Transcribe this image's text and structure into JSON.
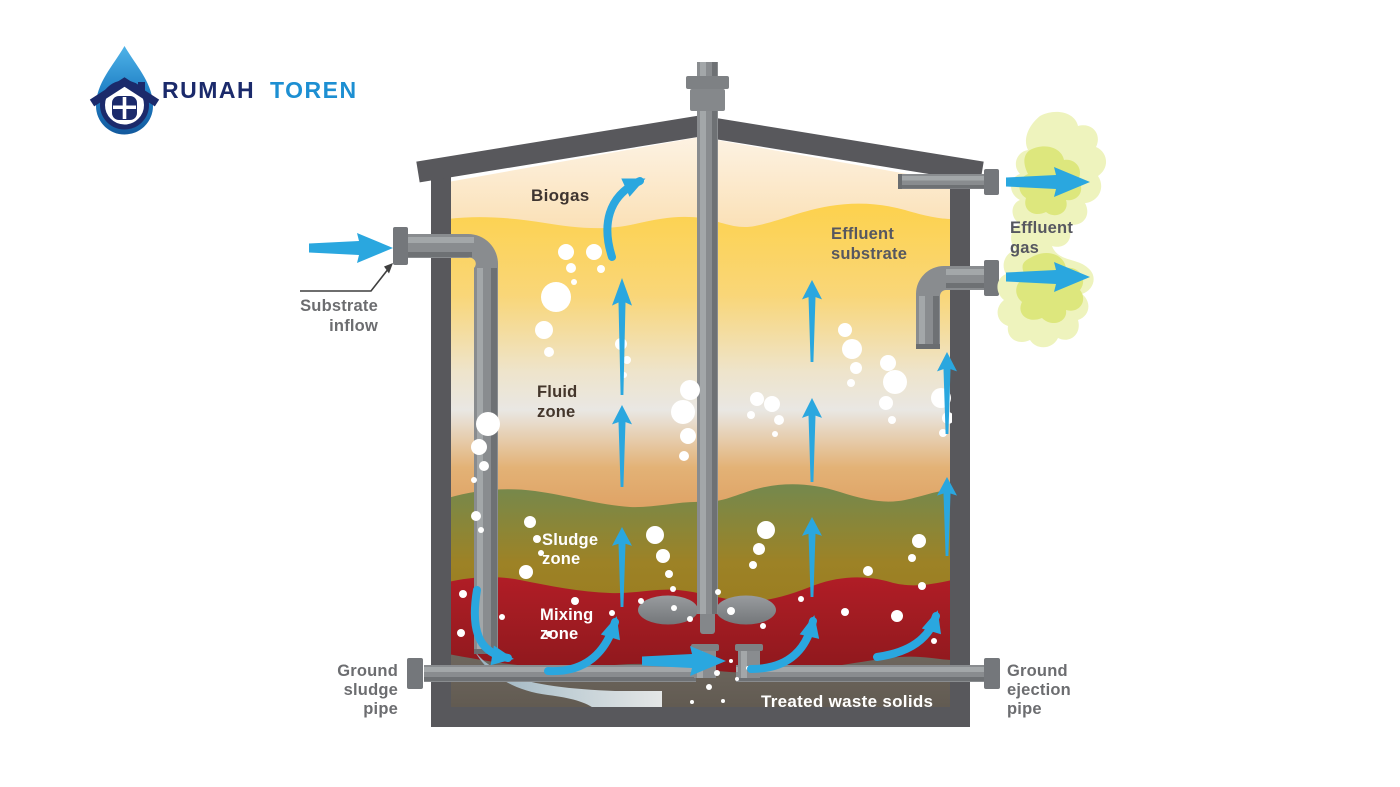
{
  "brand": {
    "name_primary": "RUMAH",
    "name_secondary": "TOREN"
  },
  "diagram": {
    "title_implicit": "Biogas digester tank cross-section",
    "labels": {
      "biogas": "Biogas",
      "effluent_substrate": [
        "Effluent",
        "substrate"
      ],
      "effluent_gas": [
        "Effluent",
        "gas"
      ],
      "substrate_inflow": [
        "Substrate",
        "inflow"
      ],
      "fluid_zone": [
        "Fluid",
        "zone"
      ],
      "sludge_zone": [
        "Sludge",
        "zone"
      ],
      "mixing_zone": [
        "Mixing",
        "zone"
      ],
      "treated_waste_solids": "Treated waste solids",
      "ground_sludge_pipe": [
        "Ground",
        "sludge",
        "pipe"
      ],
      "ground_ejection_pipe": [
        "Ground",
        "ejection",
        "pipe"
      ]
    },
    "palette": {
      "arrow_blue": "#2aa7df",
      "tank_wall_gray": "#58585c",
      "pipe_gray": "#898c8f",
      "biogas_peach": "#fdf3e5",
      "substrate_yellow": "#fdd24e",
      "fluid_pale": "#e9e7e3",
      "fluid_orange": "#dd9c5e",
      "sludge_green": "#75884d",
      "sludge_olive": "#9d8226",
      "mixing_red": "#a81c24",
      "solids_gray": "#6b635a",
      "gas_cloud_light": "#eef3bd",
      "gas_cloud_dark": "#dde77d",
      "logo_navy": "#1b2a6b",
      "logo_blue": "#1d8fd2",
      "label_white": "#ffffff",
      "label_gray": "#6c6d70"
    }
  }
}
